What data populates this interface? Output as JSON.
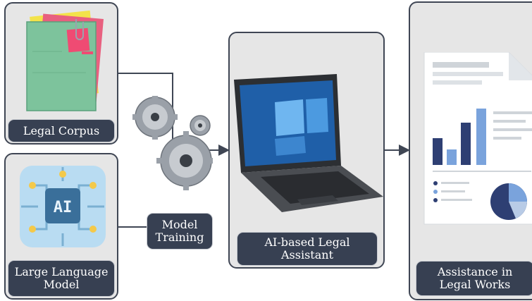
{
  "nodes": {
    "legal_corpus": "Legal Corpus",
    "large_language_model": [
      "Large Language",
      "Model"
    ],
    "model_training": [
      "Model",
      "Training"
    ],
    "ai_legal_assistant": [
      "AI-based Legal",
      "Assistant"
    ],
    "assistance_legal_works": [
      "Assistance in",
      "Legal Works"
    ]
  },
  "illustrations": {
    "corpus": "folder-with-papers-icon",
    "llm": "ai-chip-icon",
    "training": "gears-icon",
    "assistant": "laptop-icon",
    "output": "report-document-icon"
  },
  "ai_chip_label": "AI",
  "colors": {
    "panel_fill": "#e6e6e6",
    "panel_border": "#3f4654",
    "caption_fill": "#374052",
    "caption_text": "#ffffff",
    "chart_bars": "#2e3f73"
  }
}
